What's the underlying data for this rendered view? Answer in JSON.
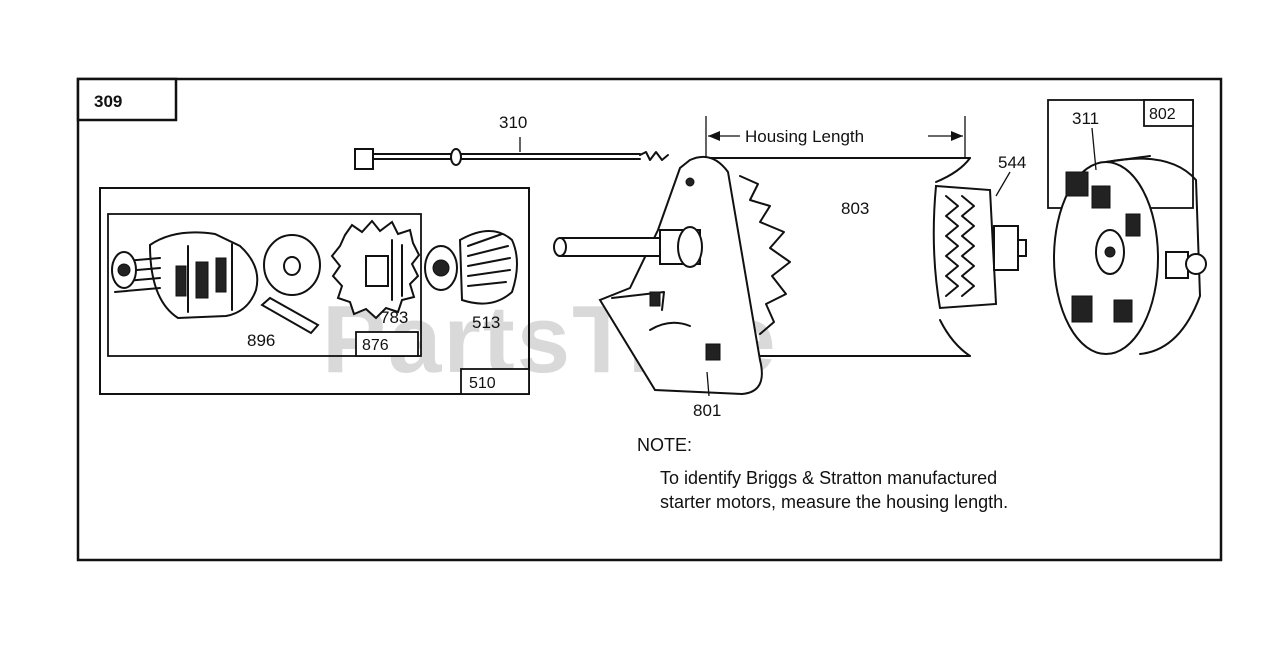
{
  "diagram": {
    "main_ref": "309",
    "parts": {
      "p310": "310",
      "p311": "311",
      "p802": "802",
      "p803": "803",
      "p544": "544",
      "p801": "801",
      "p896": "896",
      "p876": "876",
      "p783": "783",
      "p513": "513",
      "p510": "510"
    },
    "dimension_label": "Housing Length",
    "note": {
      "heading": "NOTE:",
      "line1": "To identify Briggs & Stratton manufactured",
      "line2": "starter motors, measure the housing length."
    },
    "watermark": "PartsTree"
  }
}
